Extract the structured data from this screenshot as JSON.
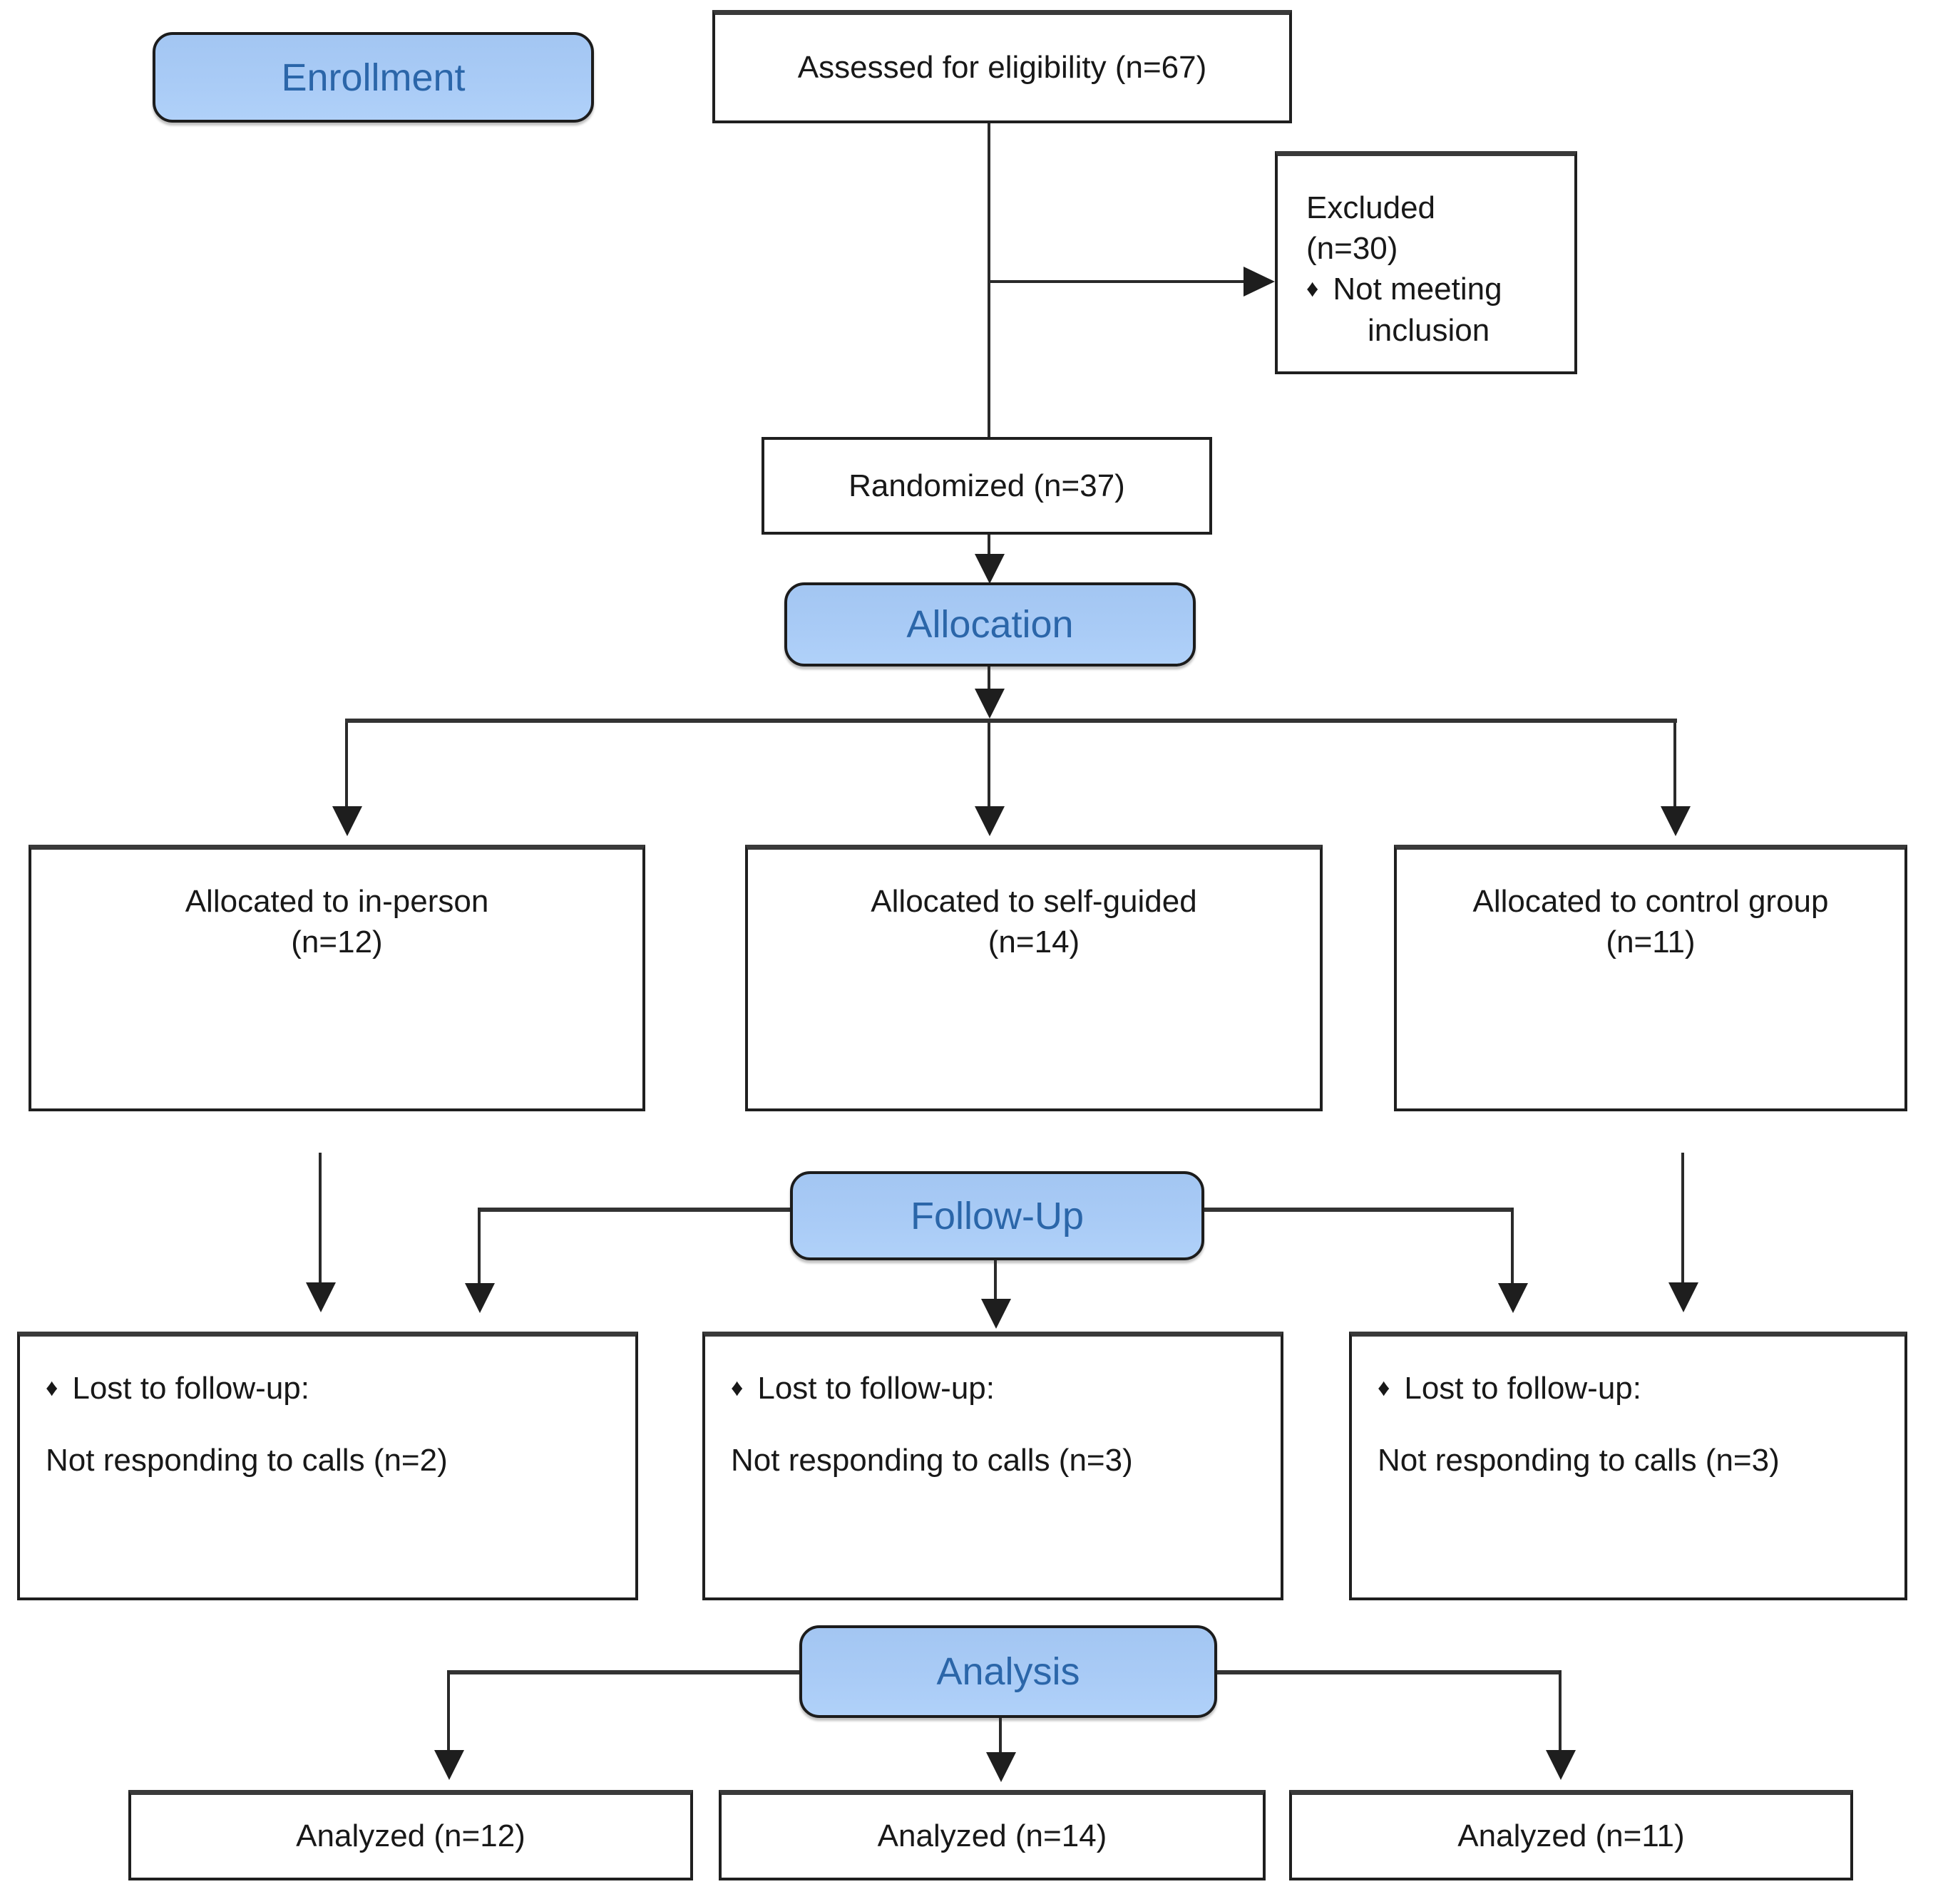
{
  "banners": {
    "enrollment": "Enrollment",
    "allocation": "Allocation",
    "followup": "Follow-Up",
    "analysis": "Analysis"
  },
  "top": {
    "assessed": "Assessed for eligibility (n=67)",
    "excluded_title": "Excluded",
    "excluded_n": "(n=30)",
    "excluded_bullet": "♦",
    "excluded_reason_line1": "Not meeting",
    "excluded_reason_line2": "inclusion",
    "randomized": "Randomized (n=37)"
  },
  "columns": [
    {
      "allocated_title": "Allocated to in-person",
      "allocated_n": "(n=12)",
      "lost_bullet": "♦",
      "lost_title": "Lost to follow-up:",
      "lost_detail": "Not responding to calls (n=2)",
      "analyzed": "Analyzed (n=12)"
    },
    {
      "allocated_title": "Allocated to self-guided",
      "allocated_n": "(n=14)",
      "lost_bullet": "♦",
      "lost_title": "Lost to follow-up:",
      "lost_detail": "Not responding to calls (n=3)",
      "analyzed": "Analyzed (n=14)"
    },
    {
      "allocated_title": "Allocated to control group",
      "allocated_n": "(n=11)",
      "lost_bullet": "♦",
      "lost_title": "Lost to follow-up:",
      "lost_detail": "Not responding to calls (n=3)",
      "analyzed": "Analyzed (n=11)"
    }
  ],
  "colors": {
    "banner_fill": "#a8cbf6",
    "banner_text": "#2b66a9",
    "box_border": "#1f1f1f",
    "line": "#2a2a2a"
  }
}
